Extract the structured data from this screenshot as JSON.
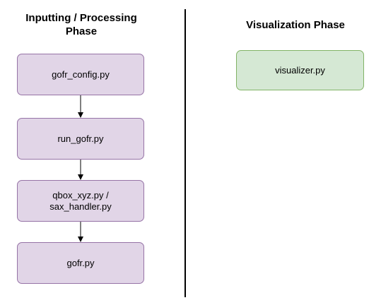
{
  "headings": {
    "left_line1": "Inputting / Processing",
    "left_line2": "Phase",
    "right": "Visualization Phase"
  },
  "nodes": {
    "gofr_config": "gofr_config.py",
    "run_gofr": "run_gofr.py",
    "qbox_line1": "qbox_xyz.py /",
    "qbox_line2": "sax_handler.py",
    "gofr": "gofr.py",
    "visualizer": "visualizer.py"
  },
  "colors": {
    "purple_fill": "#e1d5e7",
    "purple_stroke": "#9673a6",
    "green_fill": "#d5e8d4",
    "green_stroke": "#82b366"
  }
}
